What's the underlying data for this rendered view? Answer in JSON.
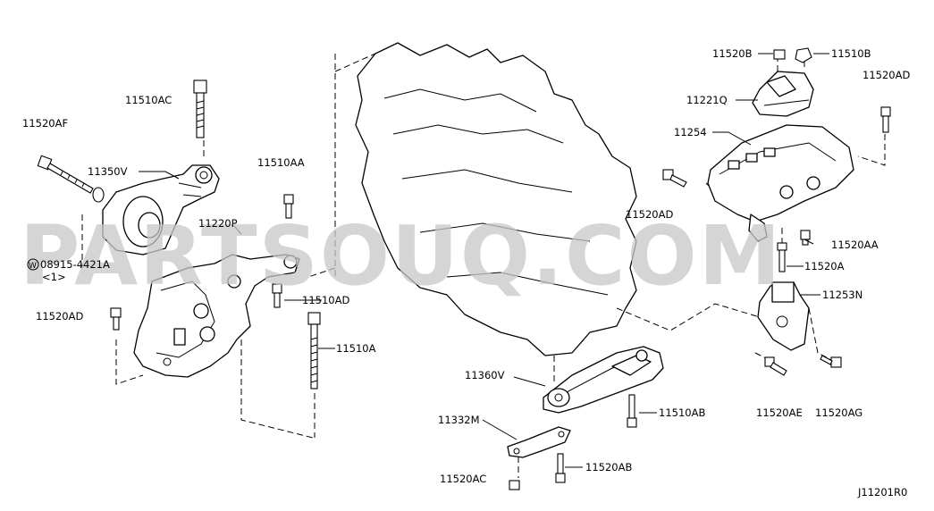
{
  "watermark": "PARTSOUQ.COM",
  "diagram_code": "J11201R0",
  "labels": {
    "l11520AF": "11520AF",
    "l11510AC": "11510AC",
    "l11350V": "11350V",
    "l08915": "08915-4421A",
    "l08915_qty": "<1>",
    "l11510AA": "11510AA",
    "l11220P": "11220P",
    "l11510AD": "11510AD",
    "l11520AD_left": "11520AD",
    "l11510A": "11510A",
    "l11520B": "11520B",
    "l11510B": "11510B",
    "l11520AD_right": "11520AD",
    "l11221Q": "11221Q",
    "l11254": "11254",
    "l11520AD_mid": "11520AD",
    "l11520AA": "11520AA",
    "l11520A": "11520A",
    "l11253N": "11253N",
    "l11360V": "11360V",
    "l11510AB": "11510AB",
    "l11332M": "11332M",
    "l11520AB": "11520AB",
    "l11520AC": "11520AC",
    "l11520AE": "11520AE",
    "l11520AG": "11520AG"
  },
  "washer_symbol": "W"
}
